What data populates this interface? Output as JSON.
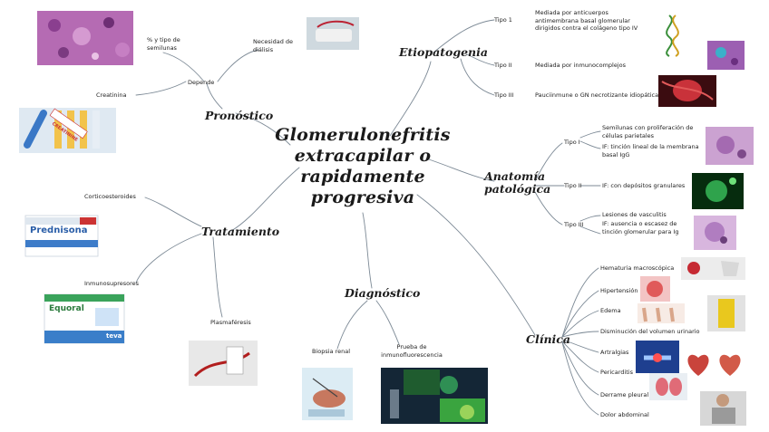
{
  "center_title": [
    "Glomerulonefritis",
    "extracapilar o",
    "rapidamente",
    "progresiva"
  ],
  "branches": {
    "etiopatogenia": "Etiopatogenia",
    "pronostico": "Pronóstico",
    "tratamiento": "Tratamiento",
    "diagnostico": "Diagnóstico",
    "clinica": "Clínica",
    "anatomia": "Anatomía patológica"
  },
  "pronostico": {
    "depende": "Depende",
    "semilunas": "% y tipo de semilunas",
    "dialisis": "Necesidad de diálisis",
    "creatinina": "Creatinina"
  },
  "etiopatogenia": {
    "tipo1": "Tipo 1",
    "tipo1_desc": "Mediada por anticuerpos antimembrana basal glomerular dirigidos contra el colágeno tipo IV",
    "tipo2": "Tipo II",
    "tipo2_desc": "Mediada por inmunocomplejos",
    "tipo3": "Tipo III",
    "tipo3_desc": "Pauciinmune o GN necrotizante idiopática"
  },
  "anatomia": {
    "tipo1": "Tipo I",
    "tipo1_desc_a": "Semilunas con proliferación de células parietales",
    "tipo1_desc_b": "IF: tinción lineal de la membrana basal IgG",
    "tipo2": "Tipo II",
    "tipo2_desc": "IF: con depósitos granulares",
    "tipo3": "Tipo III",
    "tipo3_desc_a": "Lesiones de vasculitis",
    "tipo3_desc_b": "IF: ausencia o escasez de tinción glomerular para Ig"
  },
  "tratamiento": {
    "corticoesteroides": "Corticoesteroides",
    "inmunosupresores": "Inmunosupresores",
    "plasmaferesis": "Plasmaféresis"
  },
  "diagnostico": {
    "biopsia": "Biopsia renal",
    "prueba": "Prueba de inmunofluorescencia"
  },
  "clinica": {
    "items": [
      "Hematuria macroscópica",
      "Hipertensión",
      "Edema",
      "Disminución del volumen urinario",
      "Artralgias",
      "Pericarditis",
      "Derrame pleural",
      "Dolor abdominal"
    ]
  },
  "images": {
    "prednisona_label": "Prednisona",
    "equoral_label": "Equoral",
    "teva_label": "teva",
    "creatinine_label": "CREATININE"
  },
  "colors": {
    "line": "#7d8a96",
    "text": "#222222"
  }
}
